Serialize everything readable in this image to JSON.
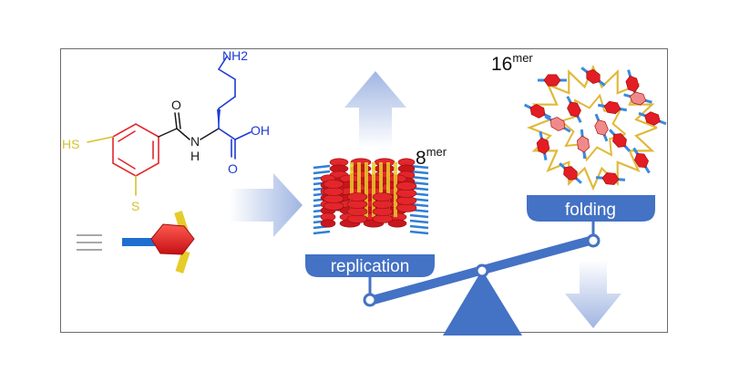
{
  "molecule": {
    "amine_label": "NH2",
    "thiol_label": "HS",
    "thiol_bottom_label": "S",
    "carbonyl_label": "O",
    "nh_label": "N",
    "h_label": "H",
    "acid_label": "OH",
    "acid_carbonyl_label": "O"
  },
  "equivalence_symbol": "≡",
  "stack_label": {
    "base": "8",
    "sup": "mer"
  },
  "macrocycle_label": {
    "base": "16",
    "sup": "mer"
  },
  "replication_label": "replication",
  "folding_label": "folding",
  "colors": {
    "blue_panel": "#4472c4",
    "arrow_blue": "#a9bde4",
    "red": "#e3262b",
    "yellow": "#e6cc29",
    "thiol_yellow": "#d4c232",
    "ring_red": "#e31d24",
    "chain_blue": "#1f3bd3",
    "frame": "#595959"
  }
}
